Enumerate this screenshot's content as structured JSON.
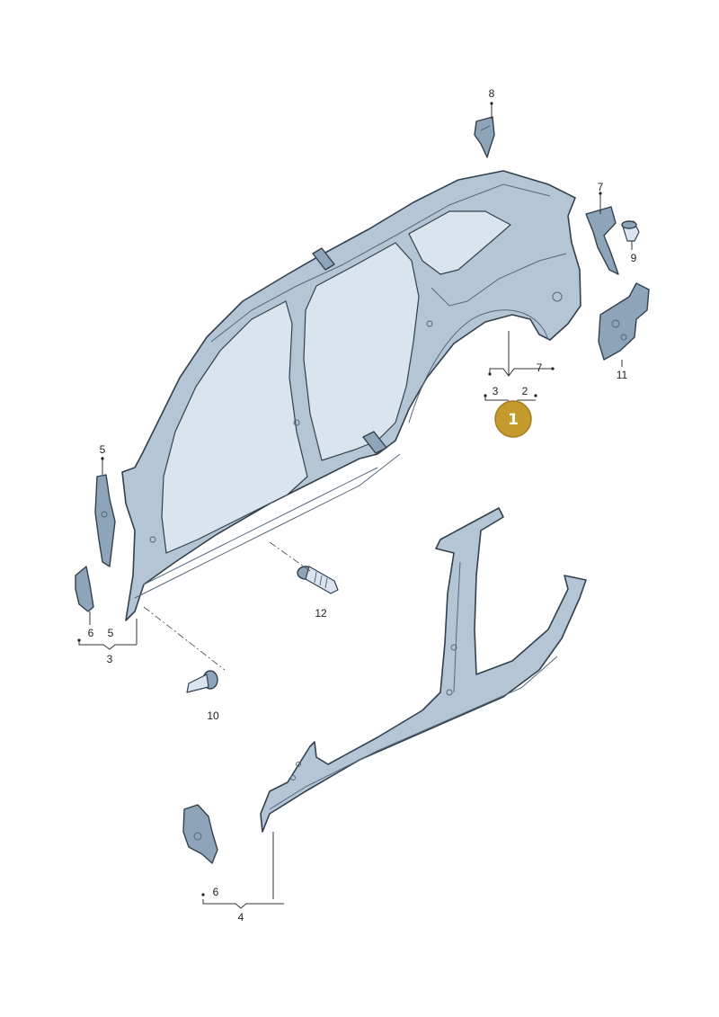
{
  "callouts": {
    "c8": "8",
    "c7_top": "7",
    "c9": "9",
    "c11": "11",
    "c7_group": "7",
    "c3_group": "3",
    "c2_group": "2",
    "c5_top": "5",
    "c6_left": "6",
    "c5_group": "5",
    "c3_bottom": "3",
    "c12": "12",
    "c10": "10",
    "c6_bottom": "6",
    "c4": "4"
  },
  "badge": {
    "label": "1",
    "color": "#c49a2c"
  },
  "colors": {
    "panel": "#b4c6d6",
    "outline": "#33404c"
  }
}
